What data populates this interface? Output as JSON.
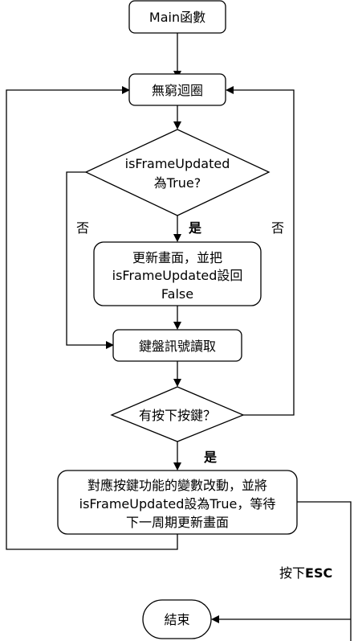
{
  "nodes": {
    "main": "Main函數",
    "loop": "無窮迴圈",
    "check_updated_line1": "isFrameUpdated",
    "check_updated_line2": "為True?",
    "update_line1": "更新畫面，並把",
    "update_line2": "isFrameUpdated設回",
    "update_line3": "False",
    "read_keyboard": "鍵盤訊號讀取",
    "key_pressed": "有按下按鍵？",
    "action_line1": "對應按鍵功能的變數改動，並將",
    "action_line2": "isFrameUpdated設為True，等待",
    "action_line3": "下一周期更新畫面",
    "end": "結束"
  },
  "edges": {
    "no_left": "否",
    "yes_update": "是",
    "no_right": "否",
    "yes_action": "是",
    "esc_prefix": "按下",
    "esc_key": "ESC"
  }
}
